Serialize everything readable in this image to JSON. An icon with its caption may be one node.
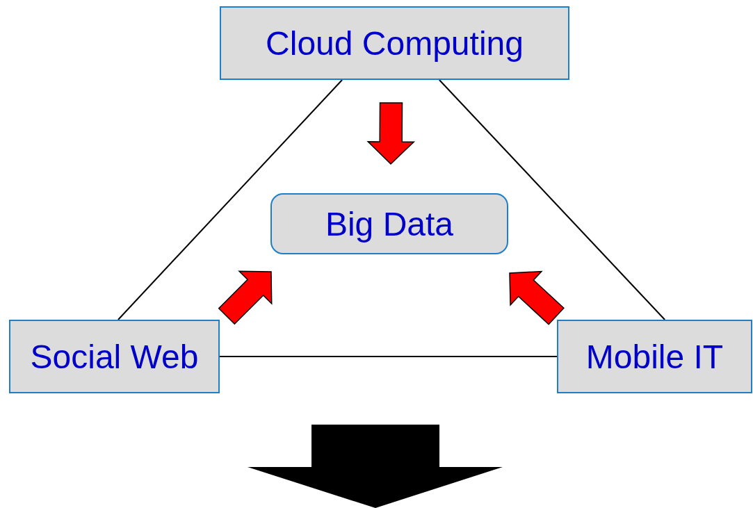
{
  "diagram": {
    "nodes": [
      {
        "text": [
          "Cloud Computing"
        ]
      },
      {
        "text": [
          "Big Data"
        ]
      },
      {
        "text": [
          "Social Web"
        ]
      },
      {
        "text": [
          "Mobile IT"
        ]
      }
    ],
    "edges": [
      {
        "from": 0,
        "to": 2,
        "arrow": "none"
      },
      {
        "from": 0,
        "to": 3,
        "arrow": "none"
      },
      {
        "from": 2,
        "to": 3,
        "arrow": "none"
      },
      {
        "from": 0,
        "to": 1,
        "arrow": "to",
        "style": "thick",
        "color": "#ff0000"
      },
      {
        "from": 2,
        "to": 1,
        "arrow": "to",
        "style": "thick",
        "color": "#ff0000"
      },
      {
        "from": 3,
        "to": 1,
        "arrow": "to",
        "style": "thick",
        "color": "#ff0000"
      }
    ]
  }
}
